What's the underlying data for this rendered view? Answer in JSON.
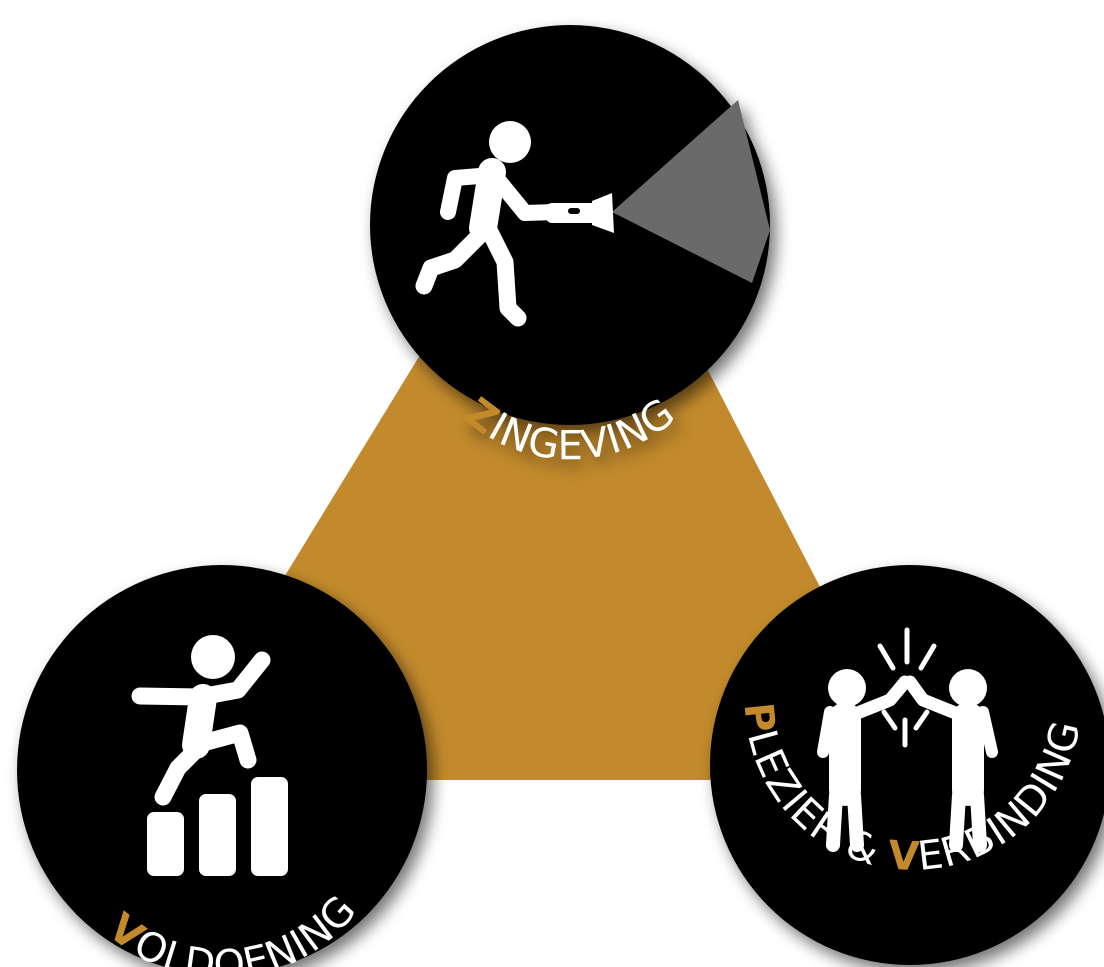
{
  "colors": {
    "accent": "#c28a2c",
    "circle": "#000000",
    "figure": "#ffffff",
    "beam": "#6b6b6b",
    "background": "#ffffff"
  },
  "nodes": {
    "zingeving": {
      "initial": "Z",
      "rest": "INGEVING",
      "icon": "running-person-flashlight-icon"
    },
    "voldoening": {
      "initial": "V",
      "rest": "OLDOENING",
      "icon": "person-climbing-steps-icon"
    },
    "plezier": {
      "initial1": "P",
      "part1": "LEZIER & ",
      "initial2": "V",
      "part2": "ERBINDING",
      "icon": "high-five-icon"
    }
  }
}
